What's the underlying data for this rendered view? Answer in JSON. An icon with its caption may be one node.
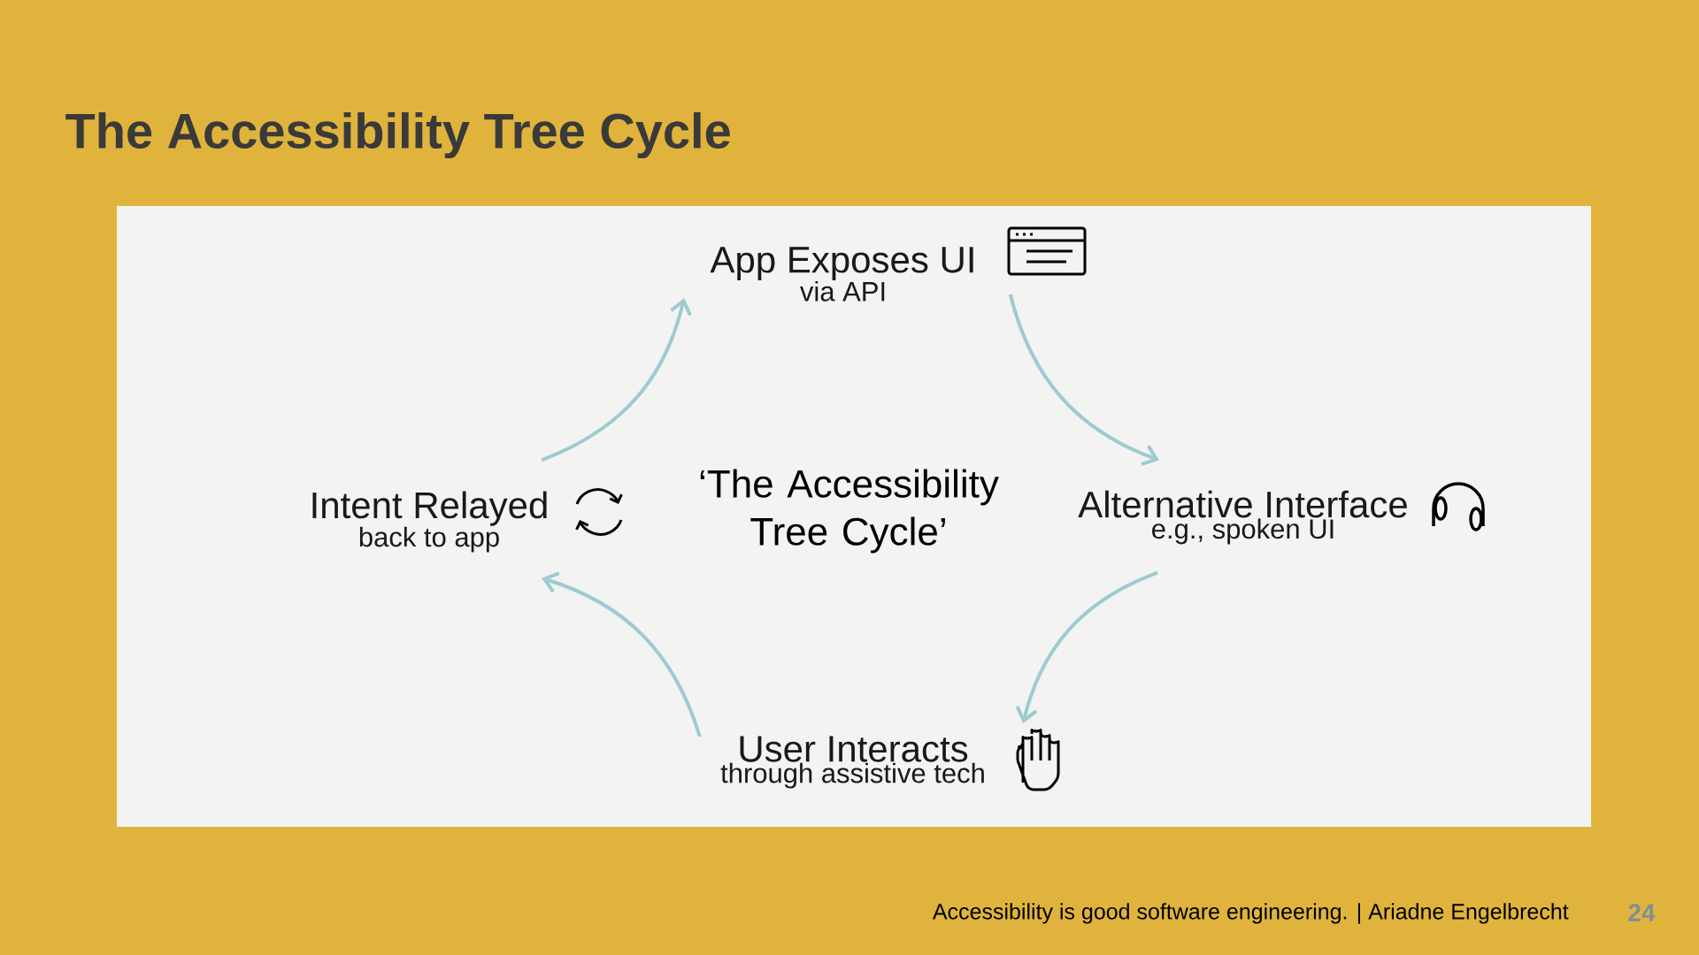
{
  "diagram": {
    "title": "The Accessibility Tree Cycle",
    "nodes": [
      {
        "text": [
          "App Exposes UI",
          "via API"
        ]
      },
      {
        "text": [
          "Alternative Interface",
          "e.g., spoken UI"
        ]
      },
      {
        "text": [
          "User Interacts",
          "through assistive tech"
        ]
      },
      {
        "text": [
          "Intent Relayed",
          "back to app"
        ]
      }
    ],
    "edges": [
      {
        "from": 0,
        "to": 1,
        "arrow": "to"
      },
      {
        "from": 1,
        "to": 2,
        "arrow": "to"
      },
      {
        "from": 2,
        "to": 3,
        "arrow": "to"
      },
      {
        "from": 3,
        "to": 0,
        "arrow": "to"
      }
    ],
    "labels": [
      "‘The Accessibility Tree Cycle’",
      "Accessibility is good software engineering. |  Ariadne Engelbrecht",
      "24"
    ]
  }
}
